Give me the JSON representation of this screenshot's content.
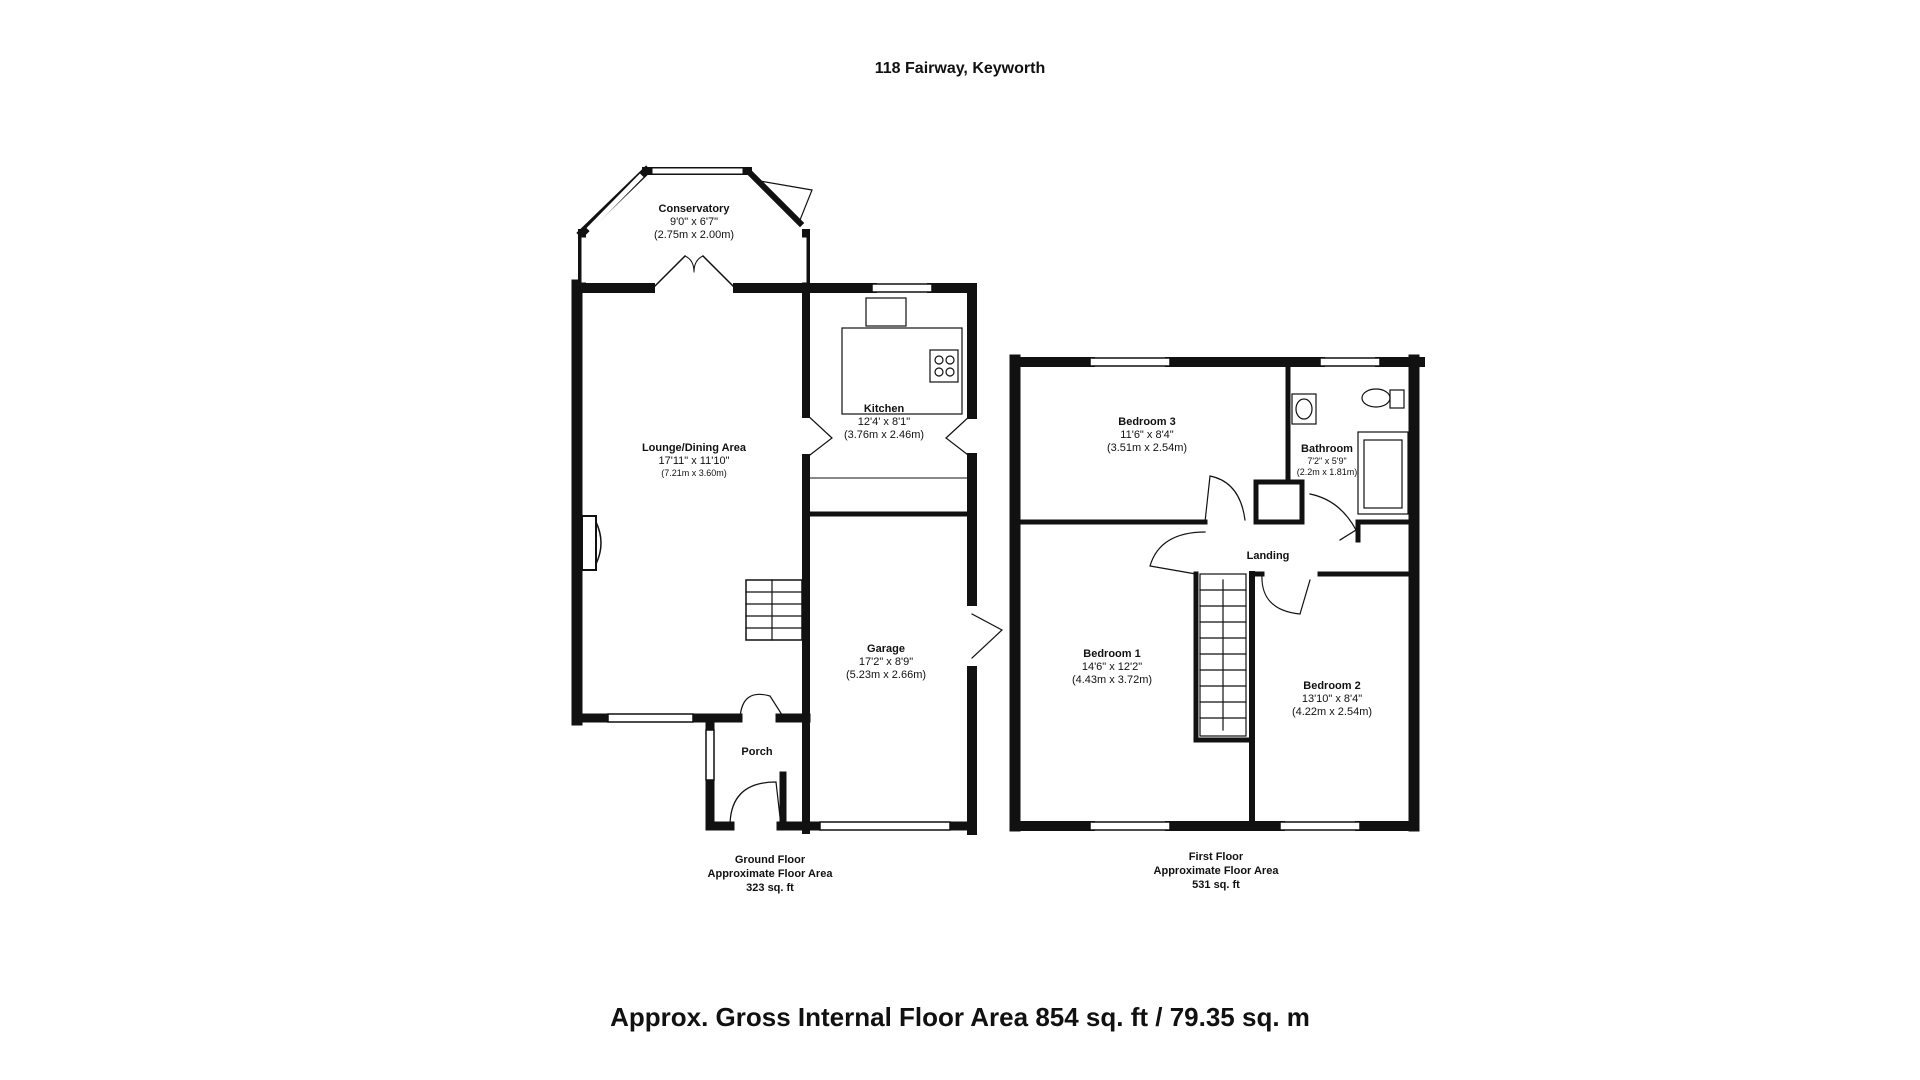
{
  "title": "118 Fairway, Keyworth",
  "gross_area": "Approx. Gross Internal Floor Area 854 sq. ft / 79.35 sq. m",
  "ground_floor": {
    "caption": {
      "name": "Ground Floor",
      "line2": "Approximate Floor Area",
      "area": "323 sq. ft"
    },
    "rooms": {
      "conservatory": {
        "name": "Conservatory",
        "imperial": "9'0\" x 6'7\"",
        "metric": "(2.75m x 2.00m)"
      },
      "lounge": {
        "name": "Lounge/Dining Area",
        "imperial": "17'11\" x 11'10\"",
        "metric": "(7.21m x 3.60m)"
      },
      "kitchen": {
        "name": "Kitchen",
        "imperial": "12'4' x 8'1\"",
        "metric": "(3.76m x 2.46m)"
      },
      "garage": {
        "name": "Garage",
        "imperial": "17'2\" x 8'9\"",
        "metric": "(5.23m x 2.66m)"
      },
      "porch": {
        "name": "Porch"
      }
    }
  },
  "first_floor": {
    "caption": {
      "name": "First Floor",
      "line2": "Approximate Floor Area",
      "area": "531 sq. ft"
    },
    "rooms": {
      "bedroom3": {
        "name": "Bedroom 3",
        "imperial": "11'6\" x 8'4\"",
        "metric": "(3.51m x 2.54m)"
      },
      "bathroom": {
        "name": "Bathroom",
        "imperial": "7'2\" x 5'9\"",
        "metric": "(2.2m x 1.81m)"
      },
      "landing": {
        "name": "Landing"
      },
      "bedroom1": {
        "name": "Bedroom 1",
        "imperial": "14'6\" x 12'2\"",
        "metric": "(4.43m x 3.72m)"
      },
      "bedroom2": {
        "name": "Bedroom 2",
        "imperial": "13'10\" x 8'4\"",
        "metric": "(4.22m x 2.54m)"
      }
    }
  },
  "colors": {
    "wall": "#111111",
    "background": "#ffffff",
    "window": "#ffffff"
  }
}
